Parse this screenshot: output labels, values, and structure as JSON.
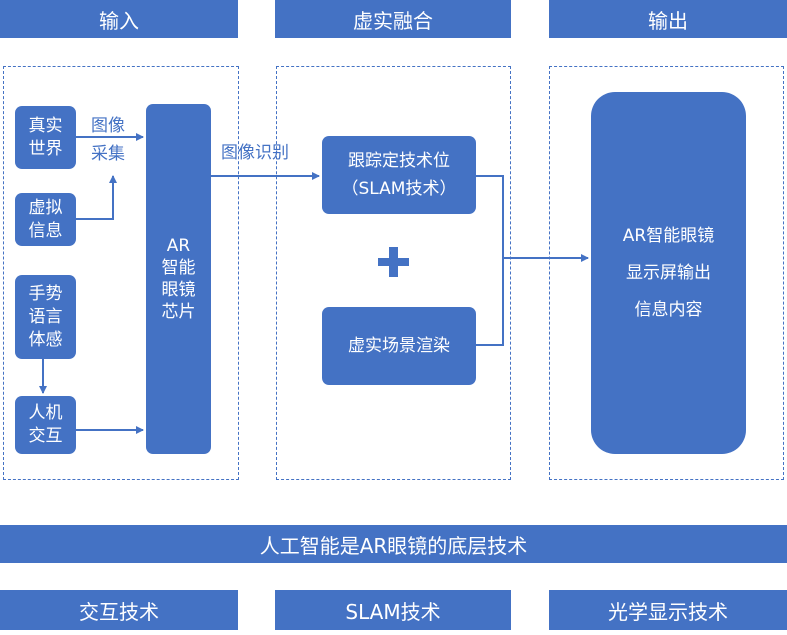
{
  "headers": {
    "input": "输入",
    "fusion": "虚实融合",
    "output": "输出"
  },
  "input_boxes": {
    "real_world": "真实\n世界",
    "virtual_info": "虚拟\n信息",
    "gesture": "手势\n语言\n体感",
    "hci": "人机\n交互"
  },
  "chip": "AR\n智能\n眼镜\n芯片",
  "labels": {
    "image_capture": "图像\n采集",
    "image_recognition": "图像识别"
  },
  "fusion_boxes": {
    "tracking": "跟踪定技术位\n（SLAM技术）",
    "render": "虚实场景渲染"
  },
  "output_box": "AR智能眼镜\n显示屏输出\n信息内容",
  "ai_banner": "人工智能是AR眼镜的底层技术",
  "bottom_tech": {
    "interaction": "交互技术",
    "slam": "SLAM技术",
    "optics": "光学显示技术"
  },
  "colors": {
    "primary": "#4472C4",
    "background": "#FFFFFF"
  }
}
